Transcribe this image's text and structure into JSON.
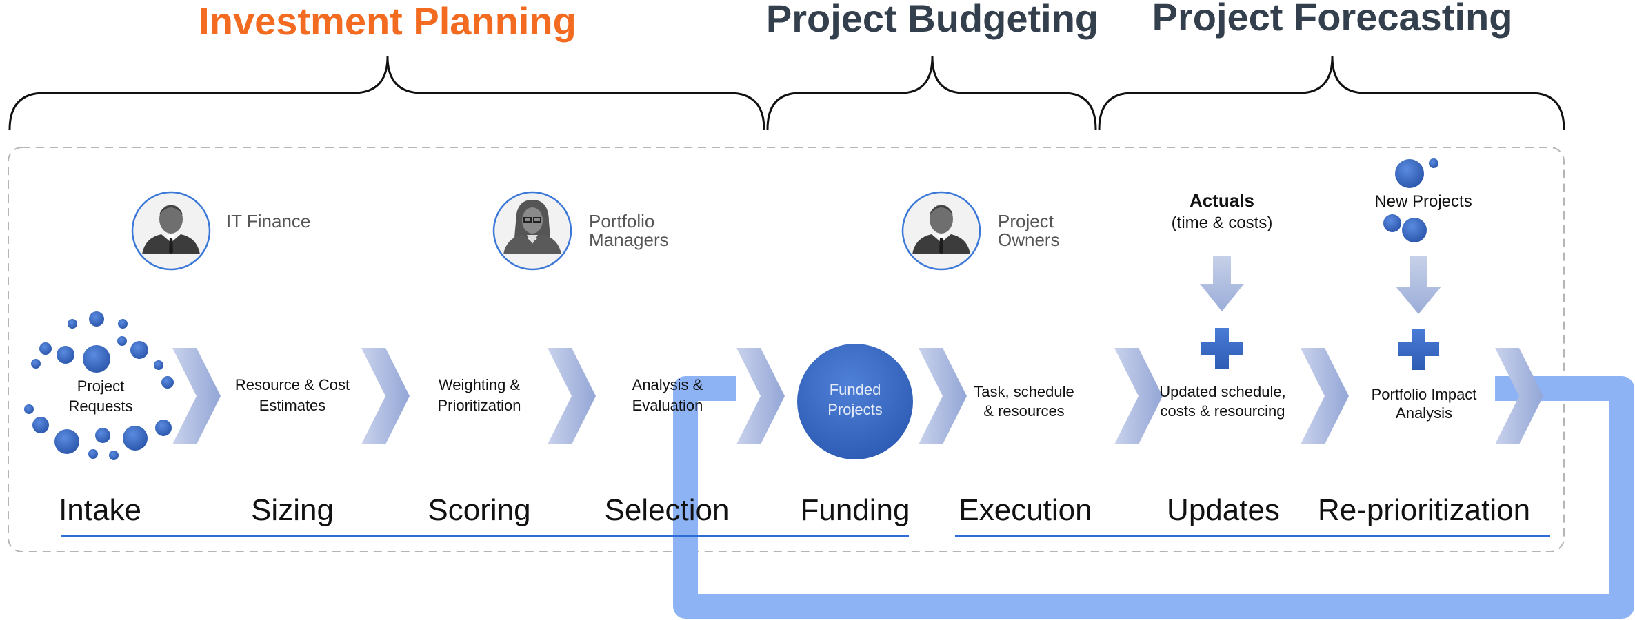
{
  "phases": {
    "investment_planning": "Investment Planning",
    "project_budgeting": "Project Budgeting",
    "project_forecasting": "Project Forecasting"
  },
  "roles": {
    "it_finance": [
      "IT Finance"
    ],
    "portfolio_managers": [
      "Portfolio",
      "Managers"
    ],
    "project_owners": [
      "Project",
      "Owners"
    ]
  },
  "inputs": {
    "actuals_title": "Actuals",
    "actuals_sub": "(time & costs)",
    "new_projects": "New Projects"
  },
  "steps": {
    "project_requests": [
      "Project",
      "Requests"
    ],
    "resource_cost": [
      "Resource & Cost",
      "Estimates"
    ],
    "weighting": [
      "Weighting &",
      "Prioritization"
    ],
    "analysis": [
      "Analysis &",
      "Evaluation"
    ],
    "funded": [
      "Funded",
      "Projects"
    ],
    "task_schedule": [
      "Task, schedule",
      "& resources"
    ],
    "updated_schedule": [
      "Updated schedule,",
      "costs & resourcing"
    ],
    "portfolio_impact": [
      "Portfolio Impact",
      "Analysis"
    ]
  },
  "stages": [
    "Intake",
    "Sizing",
    "Scoring",
    "Selection",
    "Funding",
    "Execution",
    "Updates",
    "Re-prioritization"
  ],
  "colors": {
    "investment_title": "#f26b21",
    "phase_title": "#333f4c",
    "blue_dark": "#2f5fb3",
    "blue_mid": "#4472c4",
    "loop": "#8db3f5",
    "chevron": "#aab8dc",
    "line": "#2f6bd6"
  },
  "icons": {
    "it_finance": "male-person-icon",
    "portfolio_managers": "female-person-icon",
    "project_owners": "male-person-icon",
    "actuals_arrow": "down-arrow-icon",
    "new_projects_arrow": "down-arrow-icon",
    "plus": "plus-icon"
  }
}
